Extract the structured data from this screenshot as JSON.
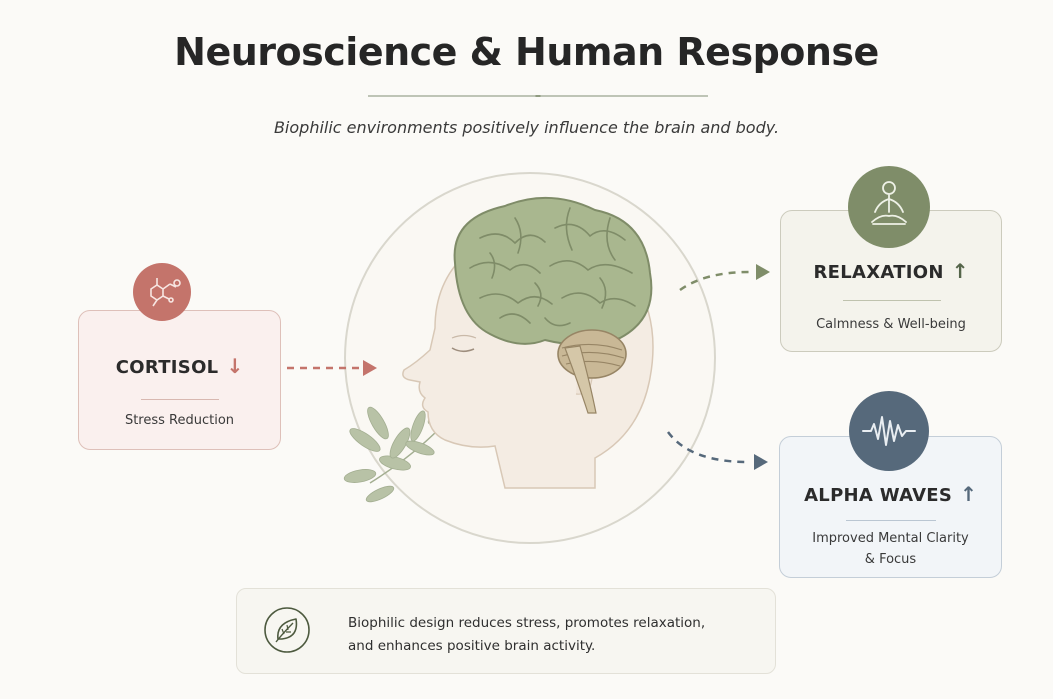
{
  "header": {
    "title": "Neuroscience & Human Response",
    "subtitle": "Biophilic environments positively influence the brain and body."
  },
  "cards": {
    "cortisol": {
      "label": "CORTISOL",
      "arrow": "↓",
      "description": "Stress Reduction",
      "icon": "molecule-icon",
      "color": "#c4746b"
    },
    "relaxation": {
      "label": "RELAXATION",
      "arrow": "↑",
      "description": "Calmness & Well-being",
      "icon": "meditation-icon",
      "color": "#7f8d69"
    },
    "alpha": {
      "label": "ALPHA WAVES",
      "arrow": "↑",
      "description_line1": "Improved Mental Clarity",
      "description_line2": "& Focus",
      "icon": "brain-wave-icon",
      "color": "#56697b"
    }
  },
  "center": {
    "illustration": "head-with-brain-illustration",
    "decoration": "leaf-branch"
  },
  "summary": {
    "line1": "Biophilic design reduces stress, promotes relaxation,",
    "line2": "and enhances positive brain activity.",
    "icon": "leaf-icon"
  },
  "colors": {
    "title": "#262626",
    "divider": "#8f9b80",
    "cortisol": "#c4746b",
    "relaxation": "#7f8d69",
    "alpha": "#56697b"
  }
}
